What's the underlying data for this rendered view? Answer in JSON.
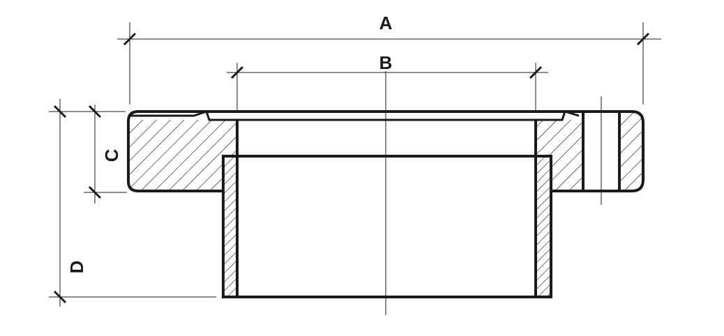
{
  "diagram": {
    "dimensions": {
      "A": "A",
      "B": "B",
      "C": "C",
      "D": "D"
    },
    "colors": {
      "line": "#1a1a1a",
      "background": "#ffffff"
    }
  }
}
